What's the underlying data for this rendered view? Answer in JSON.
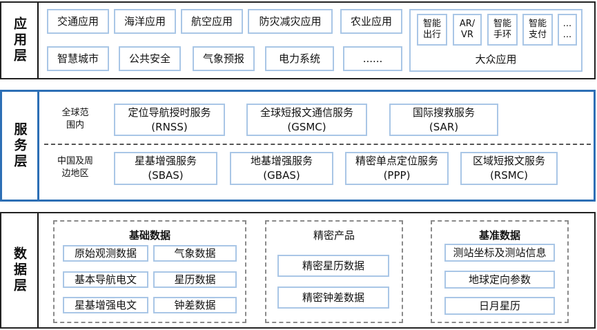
{
  "application_layer": {
    "label": "应用层",
    "items": [
      "交通应用",
      "海洋应用",
      "航空应用",
      "防灾减灾应用",
      "农业应用",
      "智慧城市",
      "公共安全",
      "气象预报",
      "电力系统",
      "......"
    ],
    "mass_market": {
      "label": "大众应用",
      "items": [
        [
          "智能",
          "出行"
        ],
        [
          "AR/",
          "VR"
        ],
        [
          "智能",
          "手环"
        ],
        [
          "智能",
          "支付"
        ],
        [
          "...",
          "..."
        ]
      ]
    }
  },
  "service_layer": {
    "label": "服务层",
    "global": {
      "label": [
        "全球范",
        "围内"
      ],
      "services": [
        {
          "name": "定位导航授时服务",
          "code": "(RNSS)"
        },
        {
          "name": "全球短报文通信服务",
          "code": "(GSMC)"
        },
        {
          "name": "国际搜救服务",
          "code": "(SAR)"
        }
      ]
    },
    "regional": {
      "label": [
        "中国及周",
        "边地区"
      ],
      "services": [
        {
          "name": "星基增强服务",
          "code": "(SBAS)"
        },
        {
          "name": "地基增强服务",
          "code": "(GBAS)"
        },
        {
          "name": "精密单点定位服务",
          "code": "(PPP)"
        },
        {
          "name": "区域短报文服务",
          "code": "(RSMC)"
        }
      ]
    }
  },
  "data_layer": {
    "label": "数据层",
    "basic": {
      "title": "基础数据",
      "items": [
        "原始观测数据",
        "气象数据",
        "基本导航电文",
        "星历数据",
        "星基增强电文",
        "钟差数据"
      ]
    },
    "precise": {
      "title": "精密产品",
      "items": [
        "精密星历数据",
        "精密钟差数据"
      ]
    },
    "reference": {
      "title": "基准数据",
      "items": [
        "测站坐标及测站信息",
        "地球定向参数",
        "日月星历"
      ]
    }
  },
  "colors": {
    "box_border": "#a9c6e6",
    "service_border": "#2d6fb5",
    "layer_border": "#222222"
  }
}
